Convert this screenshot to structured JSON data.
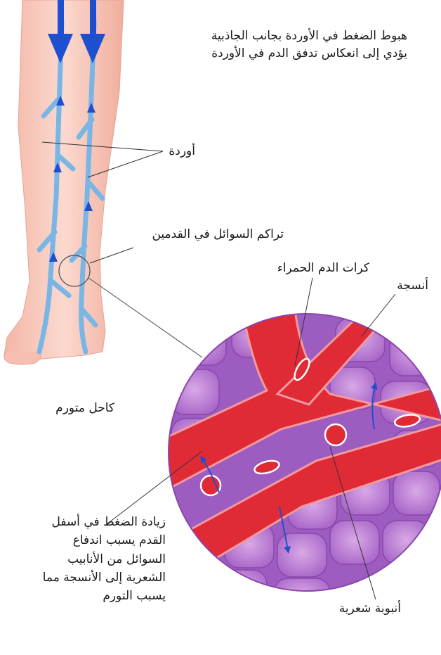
{
  "labels": {
    "gravity_line1": "هبوط الضغط في الأوردة بجانب الجاذبية",
    "gravity_line2": "يؤدي إلى انعكاس تدفق الدم في الأوردة",
    "veins": "أوردة",
    "fluid_buildup": "تراكم السوائل في القدمين",
    "red_blood_cells": "كرات الدم الحمراء",
    "tissue": "أنسجة",
    "swollen_ankle": "كاحل متورم",
    "capillary": "أنبوبة شعرية",
    "pressure_line1": "زيادة الضغط في أسفل",
    "pressure_line2": "القدم يسبب اندفاع",
    "pressure_line3": "السوائل من الأنابيب",
    "pressure_line4": "الشعرية إلى الأنسجة مما",
    "pressure_line5": "يسبب التورم"
  },
  "colors": {
    "skin": "#f7c9bd",
    "vein": "#79b6e6",
    "tissue_cell": "#b878d0",
    "vessel": "#e02a35",
    "arrow": "#1f4fd1"
  }
}
